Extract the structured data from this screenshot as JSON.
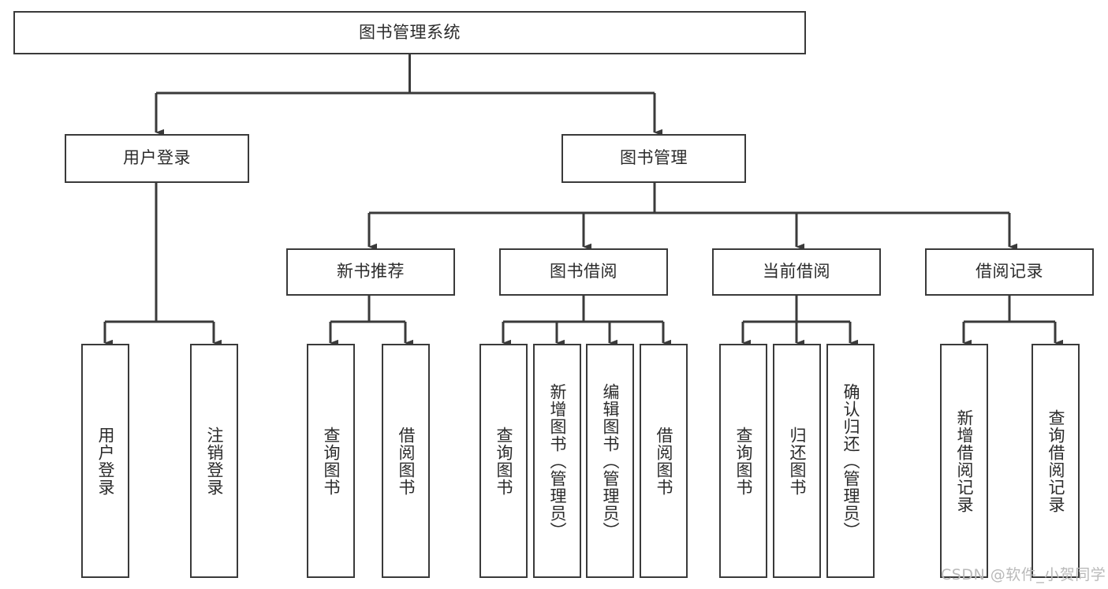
{
  "diagram": {
    "type": "tree",
    "title": "图书管理系统",
    "orientation": "top-down",
    "colors": {
      "box_border": "#3a3a3a",
      "box_fill": "#ffffff",
      "connector": "#3a3a3a",
      "text": "#2b2b2b",
      "watermark": "#b9b9b9",
      "background": "#ffffff"
    },
    "root": {
      "label": "图书管理系统"
    },
    "level2": [
      {
        "label": "用户登录"
      },
      {
        "label": "图书管理"
      }
    ],
    "level3": [
      {
        "label": "新书推荐"
      },
      {
        "label": "图书借阅"
      },
      {
        "label": "当前借阅"
      },
      {
        "label": "借阅记录"
      }
    ],
    "leaves": {
      "user_login": [
        {
          "label": "用户登录"
        },
        {
          "label": "注销登录"
        }
      ],
      "new_book_recommend": [
        {
          "label": "查询图书"
        },
        {
          "label": "借阅图书"
        }
      ],
      "book_borrow": [
        {
          "label": "查询图书"
        },
        {
          "label": "新增图书（管理员）"
        },
        {
          "label": "编辑图书（管理员）"
        },
        {
          "label": "借阅图书"
        }
      ],
      "current_borrow": [
        {
          "label": "查询图书"
        },
        {
          "label": "归还图书"
        },
        {
          "label": "确认归还（管理员）"
        }
      ],
      "borrow_record": [
        {
          "label": "新增借阅记录"
        },
        {
          "label": "查询借阅记录"
        }
      ]
    }
  },
  "watermark": {
    "text": "CSDN @软件_小贺同学"
  }
}
